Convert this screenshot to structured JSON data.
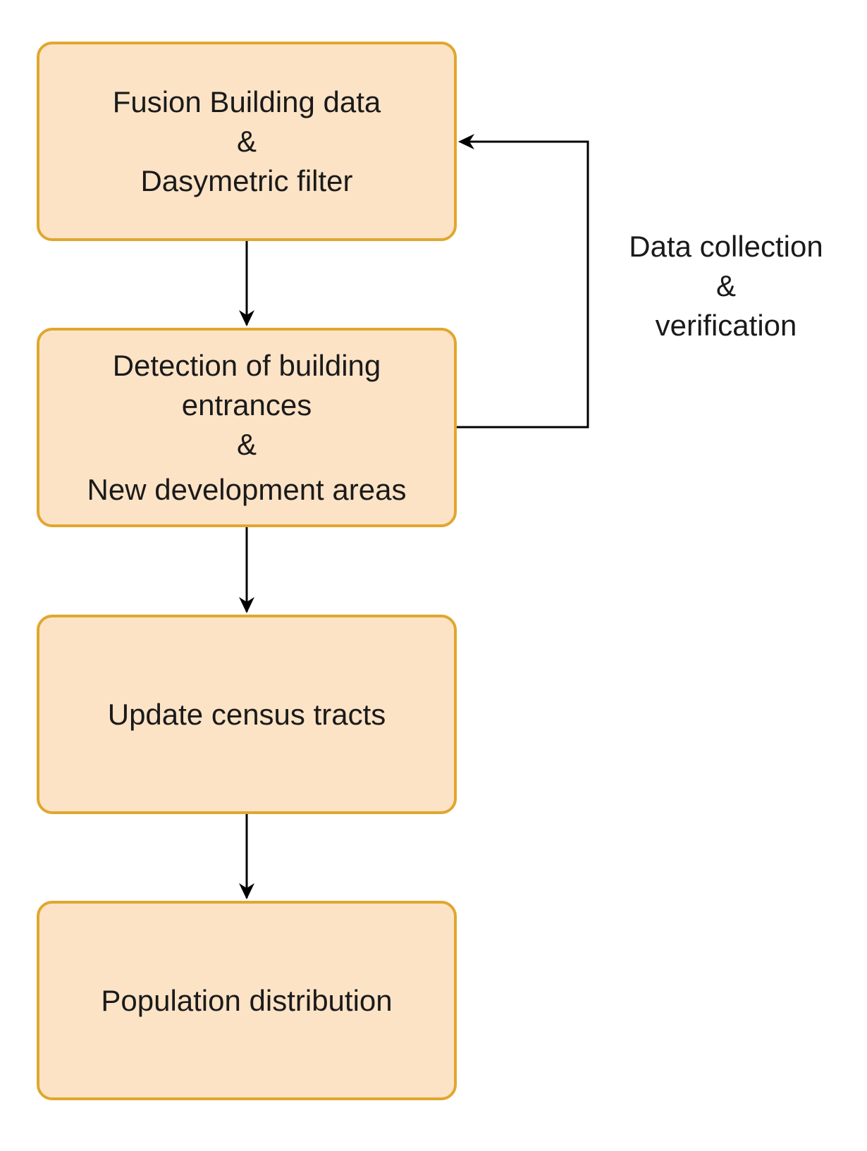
{
  "nodes": [
    {
      "id": "fusion",
      "lines": [
        "Fusion Building data",
        "&",
        "Dasymetric filter"
      ]
    },
    {
      "id": "detection",
      "lines": [
        "Detection of building",
        "entrances",
        "&",
        "New development areas"
      ]
    },
    {
      "id": "update",
      "lines": [
        "Update census tracts"
      ]
    },
    {
      "id": "population",
      "lines": [
        "Population distribution"
      ]
    }
  ],
  "feedback_label": {
    "lines": [
      "Data collection",
      "&",
      "verification"
    ]
  },
  "colors": {
    "box_fill": "#fde3c6",
    "box_border": "#e0a72e",
    "arrow": "#000000",
    "text": "#1a1a1a"
  }
}
